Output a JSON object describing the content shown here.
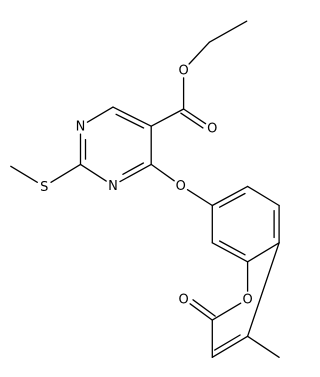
{
  "diagram": {
    "type": "chemical-structure",
    "atoms": [
      {
        "id": "c_ch3_ethyl",
        "label": ""
      },
      {
        "id": "c_ch2_ethyl",
        "label": ""
      },
      {
        "id": "o_ester",
        "label": "O"
      },
      {
        "id": "c_carbonyl",
        "label": ""
      },
      {
        "id": "o_carbonyl",
        "label": "O"
      },
      {
        "id": "c5",
        "label": ""
      },
      {
        "id": "c6",
        "label": ""
      },
      {
        "id": "n1",
        "label": "N"
      },
      {
        "id": "c2",
        "label": ""
      },
      {
        "id": "n3",
        "label": "N"
      },
      {
        "id": "c4",
        "label": ""
      },
      {
        "id": "s",
        "label": "S"
      },
      {
        "id": "c_smethyl",
        "label": ""
      },
      {
        "id": "o_ether",
        "label": "O"
      },
      {
        "id": "c7",
        "label": ""
      },
      {
        "id": "c6b",
        "label": ""
      },
      {
        "id": "c5b",
        "label": ""
      },
      {
        "id": "c4a",
        "label": ""
      },
      {
        "id": "c8a",
        "label": ""
      },
      {
        "id": "c8",
        "label": ""
      },
      {
        "id": "o1",
        "label": "O"
      },
      {
        "id": "c2b",
        "label": ""
      },
      {
        "id": "o_lactone",
        "label": "O"
      },
      {
        "id": "c3b",
        "label": ""
      },
      {
        "id": "c4b",
        "label": ""
      },
      {
        "id": "c_methyl4",
        "label": ""
      }
    ],
    "bonds": [
      {
        "a": "c_ch3_ethyl",
        "b": "c_ch2_ethyl",
        "order": 1
      },
      {
        "a": "c_ch2_ethyl",
        "b": "o_ester",
        "order": 1
      },
      {
        "a": "o_ester",
        "b": "c_carbonyl",
        "order": 1
      },
      {
        "a": "c_carbonyl",
        "b": "o_carbonyl",
        "order": 2
      },
      {
        "a": "c_carbonyl",
        "b": "c5",
        "order": 1
      },
      {
        "a": "c5",
        "b": "c6",
        "order": 2
      },
      {
        "a": "c6",
        "b": "n1",
        "order": 1
      },
      {
        "a": "n1",
        "b": "c2",
        "order": 2
      },
      {
        "a": "c2",
        "b": "n3",
        "order": 1
      },
      {
        "a": "n3",
        "b": "c4",
        "order": 2
      },
      {
        "a": "c4",
        "b": "c5",
        "order": 1
      },
      {
        "a": "c2",
        "b": "s",
        "order": 1
      },
      {
        "a": "s",
        "b": "c_smethyl",
        "order": 1
      },
      {
        "a": "c4",
        "b": "o_ether",
        "order": 1
      },
      {
        "a": "o_ether",
        "b": "c7",
        "order": 1
      },
      {
        "a": "c7",
        "b": "c6b",
        "order": 2
      },
      {
        "a": "c6b",
        "b": "c5b",
        "order": 1
      },
      {
        "a": "c5b",
        "b": "c4a",
        "order": 2
      },
      {
        "a": "c4a",
        "b": "c8a",
        "order": 1
      },
      {
        "a": "c8a",
        "b": "c8",
        "order": 2
      },
      {
        "a": "c8",
        "b": "c7",
        "order": 1
      },
      {
        "a": "c8a",
        "b": "o1",
        "order": 1
      },
      {
        "a": "o1",
        "b": "c2b",
        "order": 1
      },
      {
        "a": "c2b",
        "b": "o_lactone",
        "order": 2
      },
      {
        "a": "c2b",
        "b": "c3b",
        "order": 1
      },
      {
        "a": "c3b",
        "b": "c4b",
        "order": 2
      },
      {
        "a": "c4b",
        "b": "c4a",
        "order": 1
      },
      {
        "a": "c4b",
        "b": "c_methyl4",
        "order": 1
      }
    ]
  }
}
